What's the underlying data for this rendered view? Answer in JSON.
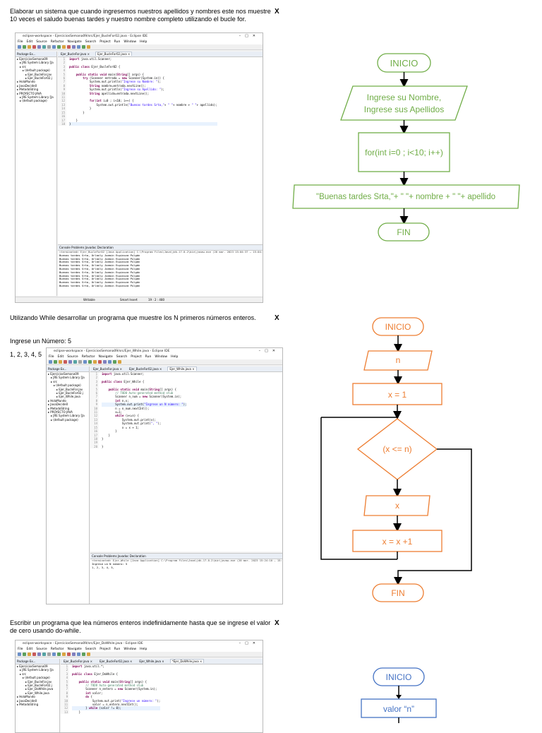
{
  "colors": {
    "green": "#70ad47",
    "orange": "#ed7d31",
    "blue": "#4472c4",
    "black": "#000000"
  },
  "close_glyph": "X",
  "sections": [
    {
      "prompt": "Elaborar un sistema que cuando ingresemos nuestros apellidos y nombres este nos muestre 10 veces el saludo buenas tardes y nuestro nombre completo utilizando el bucle for.",
      "ide": {
        "title": "eclipse-workspace - EjerciciosSemana09/src/Ejer_BucleFor02.java - Eclipse IDE",
        "menu": [
          "File",
          "Edit",
          "Source",
          "Refactor",
          "Navigate",
          "Search",
          "Project",
          "Run",
          "Window",
          "Help"
        ],
        "explorer_title": "Package Ex...",
        "tree": [
          "EjerciciosSemana09",
          "JRE System Library [Ja",
          "src",
          "(default package)",
          "Ejer_BucleFor.jav",
          "Ejer_BucleFor02.j",
          "HolaMundo",
          "JavaDecide0",
          "MetodoString",
          "PROYECTO JAVA",
          "JRE System Library [Ja",
          "(default package)"
        ],
        "tabs": [
          "Ejer_BucleFor.java",
          "Ejer_BucleFor02.java"
        ],
        "code": [
          "import java.util.Scanner;",
          "",
          "public class Ejer_BucleFor02 {",
          "",
          "    public static void main(String[] args) {",
          "        try (Scanner entrada = new Scanner(System.in)) {",
          "            System.out.println(\"Ingrese su Nombre: \");",
          "            String nombre=entrada.nextLine();",
          "            System.out.println(\"Ingrese su Apellido: \");",
          "            String apellido=entrada.nextLine();",
          "",
          "            for(int i=0 ; i<10; i++) {",
          "                System.out.println(\"Buenas tardes Srta,\"+ \" \"+ nombre + \" \"+ apellido);",
          "            }",
          "        }",
          "",
          "    }",
          "}"
        ],
        "console_tabs": "Console  Problems  Javadoc  Declaration",
        "console_term": "<terminated> Ejer_BucleFor02 [Java Application] C:\\Program Files\\Java\\jdk-17.0.2\\bin\\javaw.exe (20 mar. 2023 15:04:37 – 15:04:38) [pid: 14660]",
        "console_out": [
          "Buenas tardes Srta, Orlanly Joemin Espinoza Pulgán",
          "Buenas tardes Srta, Orlanly Joemin Espinoza Pulgán",
          "Buenas tardes Srta, Orlanly Joemin Espinoza Pulgán",
          "Buenas tardes Srta, Orlanly Joemin Espinoza Pulgán",
          "Buenas tardes Srta, Orlanly Joemin Espinoza Pulgán",
          "Buenas tardes Srta, Orlanly Joemin Espinoza Pulgán",
          "Buenas tardes Srta, Orlanly Joemin Espinoza Pulgán",
          "Buenas tardes Srta, Orlanly Joemin Espinoza Pulgán",
          "Buenas tardes Srta, Orlanly Joemin Espinoza Pulgán",
          "Buenas tardes Srta, Orlanly Joemin Espinoza Pulgán"
        ],
        "status": [
          "Writable",
          "Smart Insert",
          "19 : 2 : 480"
        ]
      },
      "flow": {
        "start": "INICIO",
        "input": [
          "Ingrese su Nombre,",
          "Ingrese sus Apellidos"
        ],
        "loop": "for(int i=0 ; i<10; i++)",
        "output": "\"Buenas tardes Srta,\"+ \" \"+ nombre + \" \"+ apellido",
        "end": "FIN"
      }
    },
    {
      "prompt": "Utilizando While desarrollar un programa que muestre los N primeros números enteros.",
      "example_input": "Ingrese un Número: 5",
      "example_output": "1, 2, 3, 4, 5",
      "ide": {
        "title": "eclipse-workspace - EjerciciosSemana09/src/Ejer_While.java - Eclipse IDE",
        "menu": [
          "File",
          "Edit",
          "Source",
          "Refactor",
          "Navigate",
          "Search",
          "Project",
          "Run",
          "Window",
          "Help"
        ],
        "explorer_title": "Package Ex...",
        "tree": [
          "EjerciciosSemana09",
          "JRE System Library [Ja",
          "src",
          "(default package)",
          "Ejer_BucleFor.jav",
          "Ejer_BucleFor02.j",
          "Ejer_While.java",
          "HolaMundo",
          "JavaDecide0",
          "MetodoString",
          "PROYECTO JAVA",
          "JRE System Library [Ja",
          "(default package)"
        ],
        "tabs": [
          "Ejer_BucleFor.java",
          "Ejer_BucleFor02.java",
          "Ejer_While.java"
        ],
        "code": [
          "import java.util.Scanner;",
          "",
          "public class Ejer_While {",
          "",
          "    public static void main(String[] args) {",
          "        // TODO Auto-generated method stub",
          "        Scanner n_num = new Scanner(System.in);",
          "        int n,x;",
          "        System.out.print(\"Ingrese un N número: \");",
          "        n = n_num.nextInt();",
          "        x=1;",
          "        while (x<=n) {",
          "            System.out.print(x);",
          "            System.out.print(\", \");",
          "            x = x + 1;",
          "        }",
          "    }",
          "}",
          "",
          "}"
        ],
        "console_tabs": "Console  Problems  Javadoc  Declaration",
        "console_term": "<terminated> Ejer_While [Java Application] C:\\Program Files\\Java\\jdk-17.0.2\\bin\\javaw.exe (20 mar. 2023 15:24:10 – 15:24:14) [pid: 11000]",
        "console_out": [
          "Ingrese un N número: 5",
          "1, 2, 3, 4, 5,"
        ]
      },
      "flow": {
        "start": "INICIO",
        "input": "n",
        "init": "x = 1",
        "cond": "(x <= n)",
        "output": "x",
        "inc": "x = x +1",
        "end": "FIN"
      }
    },
    {
      "prompt": "Escribir un programa que lea números enteros indefinidamente hasta que se ingrese el valor de cero usando do-while.",
      "ide": {
        "title": "eclipse-workspace - EjerciciosSemana09/src/Ejer_DoWhile.java - Eclipse IDE",
        "menu": [
          "File",
          "Edit",
          "Source",
          "Refactor",
          "Navigate",
          "Search",
          "Project",
          "Run",
          "Window",
          "Help"
        ],
        "explorer_title": "Package Ex...",
        "tree": [
          "EjerciciosSemana09",
          "JRE System Library [Ja",
          "src",
          "(default package)",
          "Ejer_BucleFor.jav",
          "Ejer_BucleFor02.j",
          "Ejer_DoWhile.java",
          "Ejer_While.java",
          "HolaMundo",
          "JavaDecide0",
          "MetodoString"
        ],
        "tabs": [
          "Ejer_BucleFor.java",
          "Ejer_BucleFor02.java",
          "Ejer_While.java",
          "*Ejer_DoWhile.java"
        ],
        "code": [
          "import java.util.*;",
          "",
          "public class Ejer_DoWhile {",
          "",
          "    public static void main(String[] args) {",
          "        // TODO Auto-generated method stub",
          "        Scanner n_entero = new Scanner(System.in);",
          "        int valor;",
          "        do {",
          "            System.out.print(\"Ingrese un número: \");",
          "            valor = n_entero.nextInt();",
          "        } while (valor != 0);",
          "    }"
        ]
      },
      "flow": {
        "start": "INICIO",
        "input": "valor “n”"
      }
    }
  ]
}
